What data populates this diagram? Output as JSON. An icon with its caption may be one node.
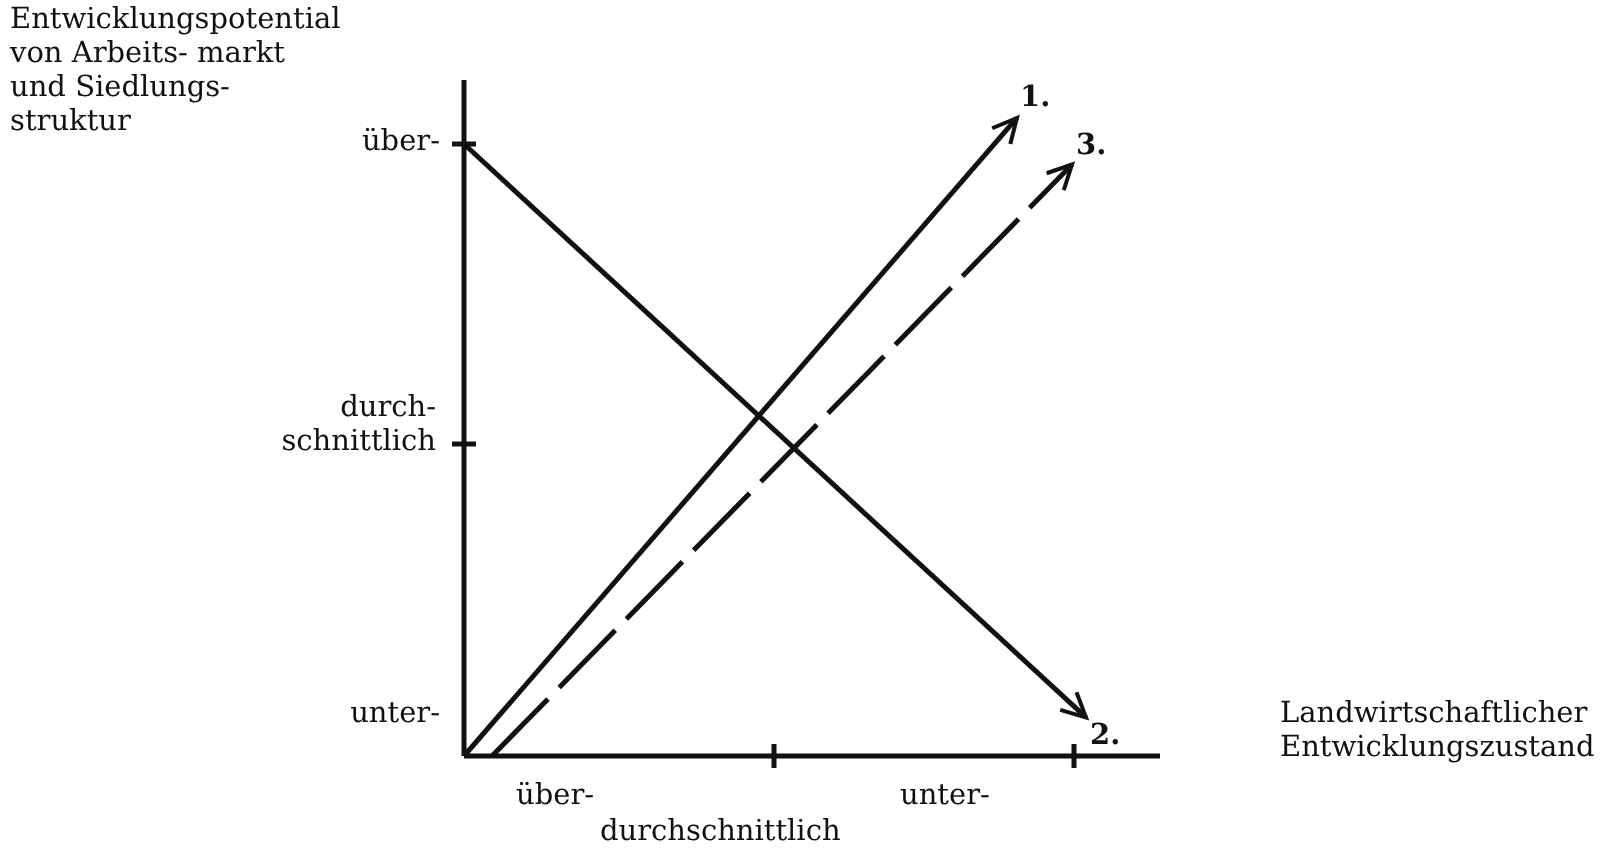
{
  "diagram": {
    "nodes": [
      {
        "text": [
          "1."
        ]
      },
      {
        "text": [
          "2."
        ]
      },
      {
        "text": [
          "3."
        ]
      }
    ],
    "edges": [
      {
        "from": null,
        "to": 0,
        "arrow": "to"
      },
      {
        "from": null,
        "to": 1,
        "arrow": "to"
      },
      {
        "from": null,
        "to": 2,
        "arrow": "to",
        "style": "dashed"
      }
    ],
    "labels": [
      "Entwicklungspotential von Arbeits- markt und Siedlungs- struktur",
      "über-",
      "durch- schnittlich",
      "unter-",
      "Landwirtschaftlicher Entwicklungszustand",
      "über-",
      "unter-",
      "durchschnittlich"
    ]
  }
}
